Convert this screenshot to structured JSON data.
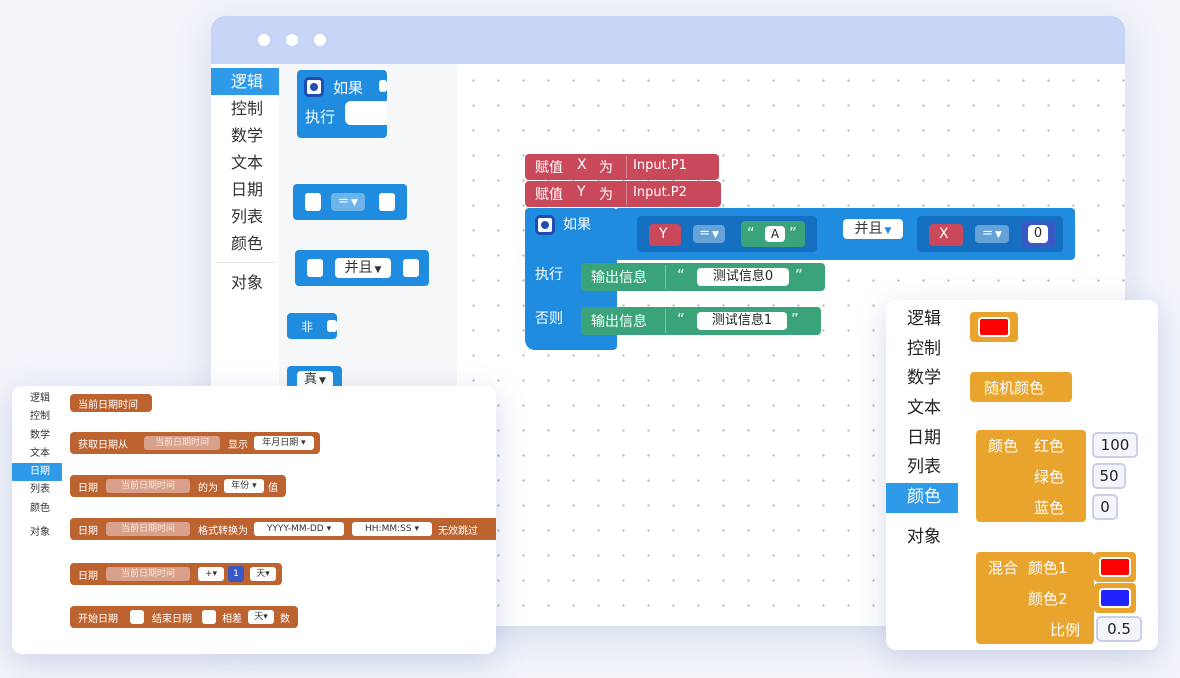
{
  "categories": [
    "逻辑",
    "控制",
    "数学",
    "文本",
    "日期",
    "列表",
    "颜色",
    "对象"
  ],
  "main_active_category": "逻辑",
  "toolbox": {
    "if_label": "如果",
    "do_label": "执行",
    "eq_op": "=",
    "and_op": "并且",
    "not_label": "非",
    "bool_value": "真"
  },
  "workspace": {
    "set_x": {
      "label": "赋值",
      "var": "X",
      "to": "为",
      "value": "Input.P1"
    },
    "set_y": {
      "label": "赋值",
      "var": "Y",
      "to": "为",
      "value": "Input.P2"
    },
    "if_block": {
      "if_label": "如果",
      "cond1_var": "Y",
      "cond1_op": "=",
      "cond1_text": "A",
      "logic_op": "并且",
      "cond2_var": "X",
      "cond2_op": "=",
      "cond2_num": "0",
      "do_label": "执行",
      "print1_label": "输出信息",
      "print1_text": "测试信息0",
      "else_label": "否则",
      "print2_label": "输出信息",
      "print2_text": "测试信息1",
      "quote_open": "“",
      "quote_close": "”"
    }
  },
  "color_panel": {
    "active_category": "颜色",
    "swatch_color": "#ff0000",
    "random_color": "随机颜色",
    "rgb_label": "颜色",
    "red_label": "红色",
    "red_value": "100",
    "green_label": "绿色",
    "green_value": "50",
    "blue_label": "蓝色",
    "blue_value": "0",
    "mix_label": "混合",
    "color1_label": "颜色1",
    "color1": "#ff0000",
    "color2_label": "颜色2",
    "color2": "#2222ff",
    "ratio_label": "比例",
    "ratio_value": "0.5"
  },
  "date_panel": {
    "active_category": "日期",
    "b1": "当前日期时间",
    "b2_prefix": "获取日期从",
    "b2_chip": "当前日期时间",
    "b2_mid": "显示",
    "b2_dd": "年月日期",
    "b3_prefix": "日期",
    "b3_chip": "当前日期时间",
    "b3_mid": "的为",
    "b3_dd": "年份",
    "b3_suffix": "值",
    "b4_prefix": "日期",
    "b4_chip": "当前日期时间",
    "b4_mid": "格式转换为",
    "b4_dd1": "YYYY-MM-DD",
    "b4_dd2": "HH:MM:SS",
    "b4_suffix": "无效跳过",
    "b5_prefix": "日期",
    "b5_chip": "当前日期时间",
    "b5_op": "+",
    "b5_num": "1",
    "b5_unit": "天",
    "b6_prefix": "开始日期",
    "b6_mid": "结束日期",
    "b6_mid2": "相差",
    "b6_dd": "天",
    "b6_suffix": "数"
  },
  "theme": {
    "accent": "#2f9be8",
    "titlebar": "#c7d6f7",
    "logic_blue": "#1f8ce0",
    "var_red": "#c9495b",
    "text_green": "#3aa37a",
    "color_yellow": "#e8a42d",
    "date_orange": "#bd6330"
  }
}
